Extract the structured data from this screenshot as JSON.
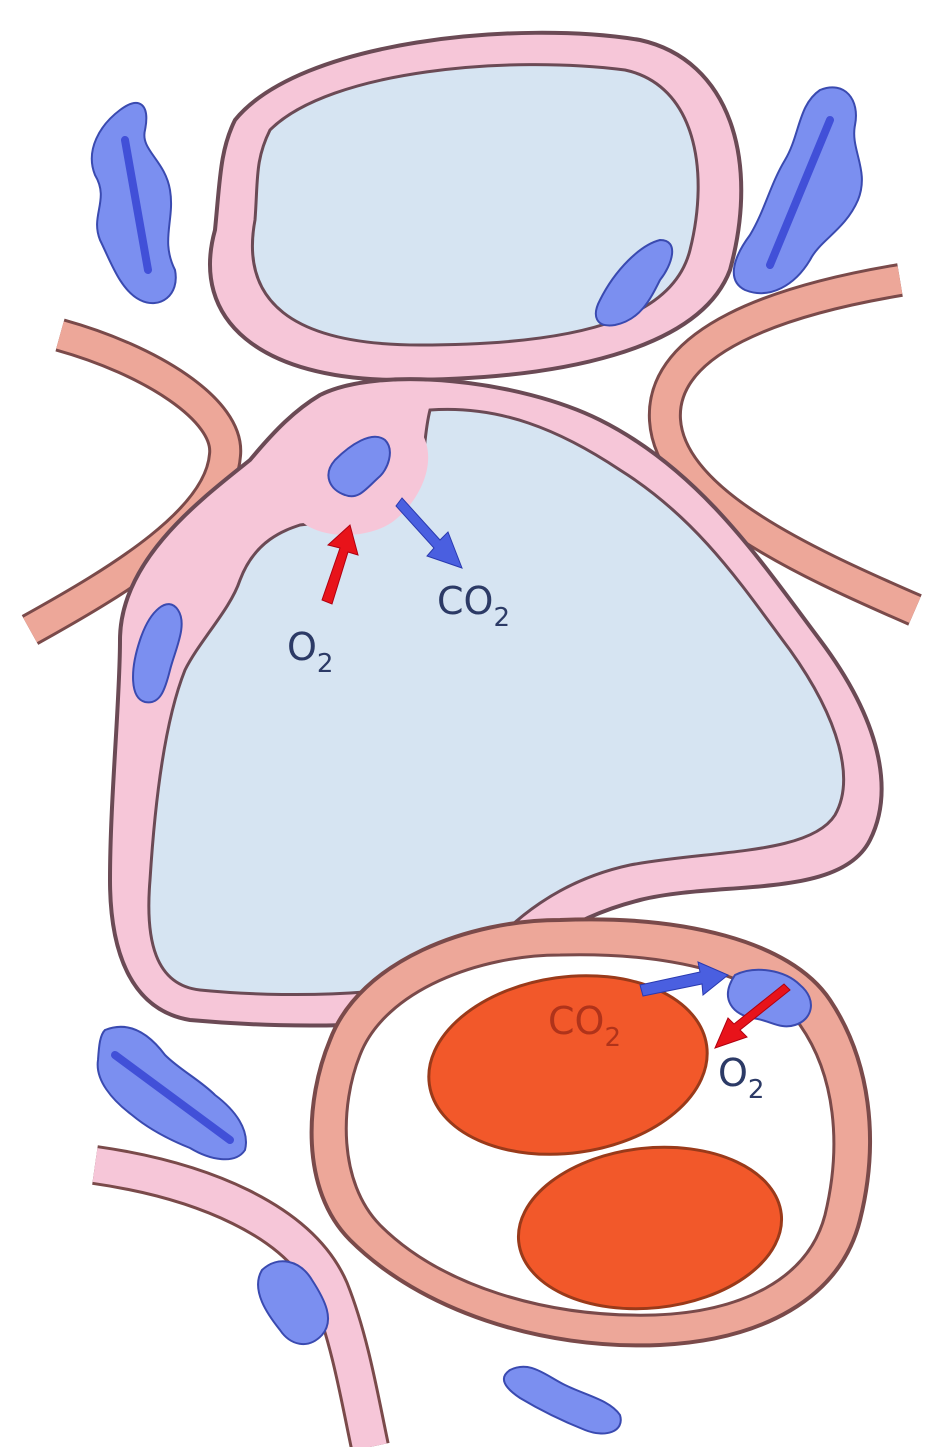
{
  "diagram": {
    "labels": {
      "alveolus_o2": {
        "main": "O",
        "sub": "2"
      },
      "alveolus_co2": {
        "main": "CO",
        "sub": "2"
      },
      "capillary_co2": {
        "main": "CO",
        "sub": "2"
      },
      "capillary_o2": {
        "main": "O",
        "sub": "2"
      }
    },
    "colors": {
      "background": "#ffffff",
      "alveolar_air": "#d6e4f2",
      "alveolar_wall": "#f6c6d8",
      "outline": "#6b4a55",
      "vessel_wall": "#eda799",
      "red_blood_cell": "#f2582a",
      "cell_nucleus": "#7b8ff0",
      "cell_nucleus_dark": "#4150d8",
      "o2_arrow": "#e8131a",
      "co2_arrow": "#4a5fe0",
      "label_alveolus": "#2c3a66",
      "label_capillary": "#b0331a"
    }
  }
}
